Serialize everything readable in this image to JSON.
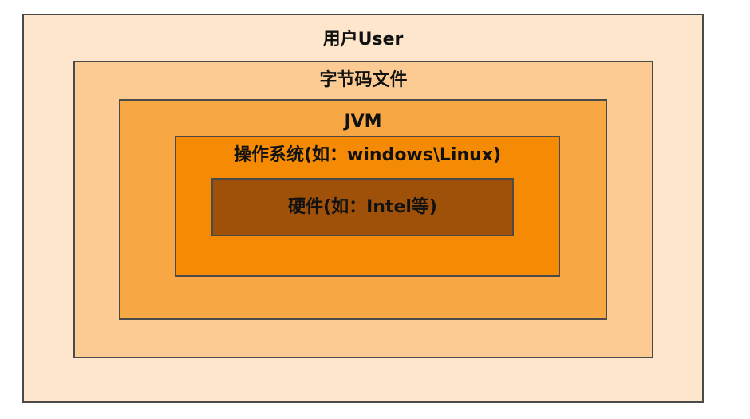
{
  "layers": [
    {
      "label": "用户User",
      "color": "#FDE6CC"
    },
    {
      "label": "字节码文件",
      "color": "#FBCB93"
    },
    {
      "label": "JVM",
      "color": "#F7A744"
    },
    {
      "label": "操作系统(如：windows\\Linux)",
      "color": "#F58B05"
    },
    {
      "label": "硬件(如：Intel等)",
      "color": "#9F510A"
    }
  ]
}
